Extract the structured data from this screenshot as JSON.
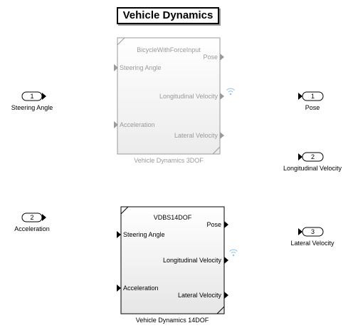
{
  "model": {
    "title": "Vehicle Dynamics"
  },
  "inports": [
    {
      "number": "1",
      "label": "Steering Angle"
    },
    {
      "number": "2",
      "label": "Acceleration"
    }
  ],
  "outports": [
    {
      "number": "1",
      "label": "Pose"
    },
    {
      "number": "2",
      "label": "Longitudinal Velocity"
    },
    {
      "number": "3",
      "label": "Lateral Velocity"
    }
  ],
  "block_3dof": {
    "header": "BicycleWithForceInput",
    "name": "Vehicle Dynamics 3DOF",
    "inputs": [
      "Steering Angle",
      "Acceleration"
    ],
    "outputs": [
      "Pose",
      "Longitudinal Velocity",
      "Lateral Velocity"
    ],
    "state": "commented-out"
  },
  "block_14dof": {
    "header": "VDBS14DOF",
    "name": "Vehicle Dynamics 14DOF",
    "inputs": [
      "Steering Angle",
      "Acceleration"
    ],
    "outputs": [
      "Pose",
      "Longitudinal Velocity",
      "Lateral Velocity"
    ],
    "state": "active"
  },
  "colors": {
    "active": "#000000",
    "inactive": "#9a9a9a",
    "signal_indicator": "#8fbfe8",
    "block_fill_top": "#ffffff",
    "block_fill_bottom": "#e6e6e6"
  },
  "icons": [
    "wireless-signal-icon"
  ]
}
